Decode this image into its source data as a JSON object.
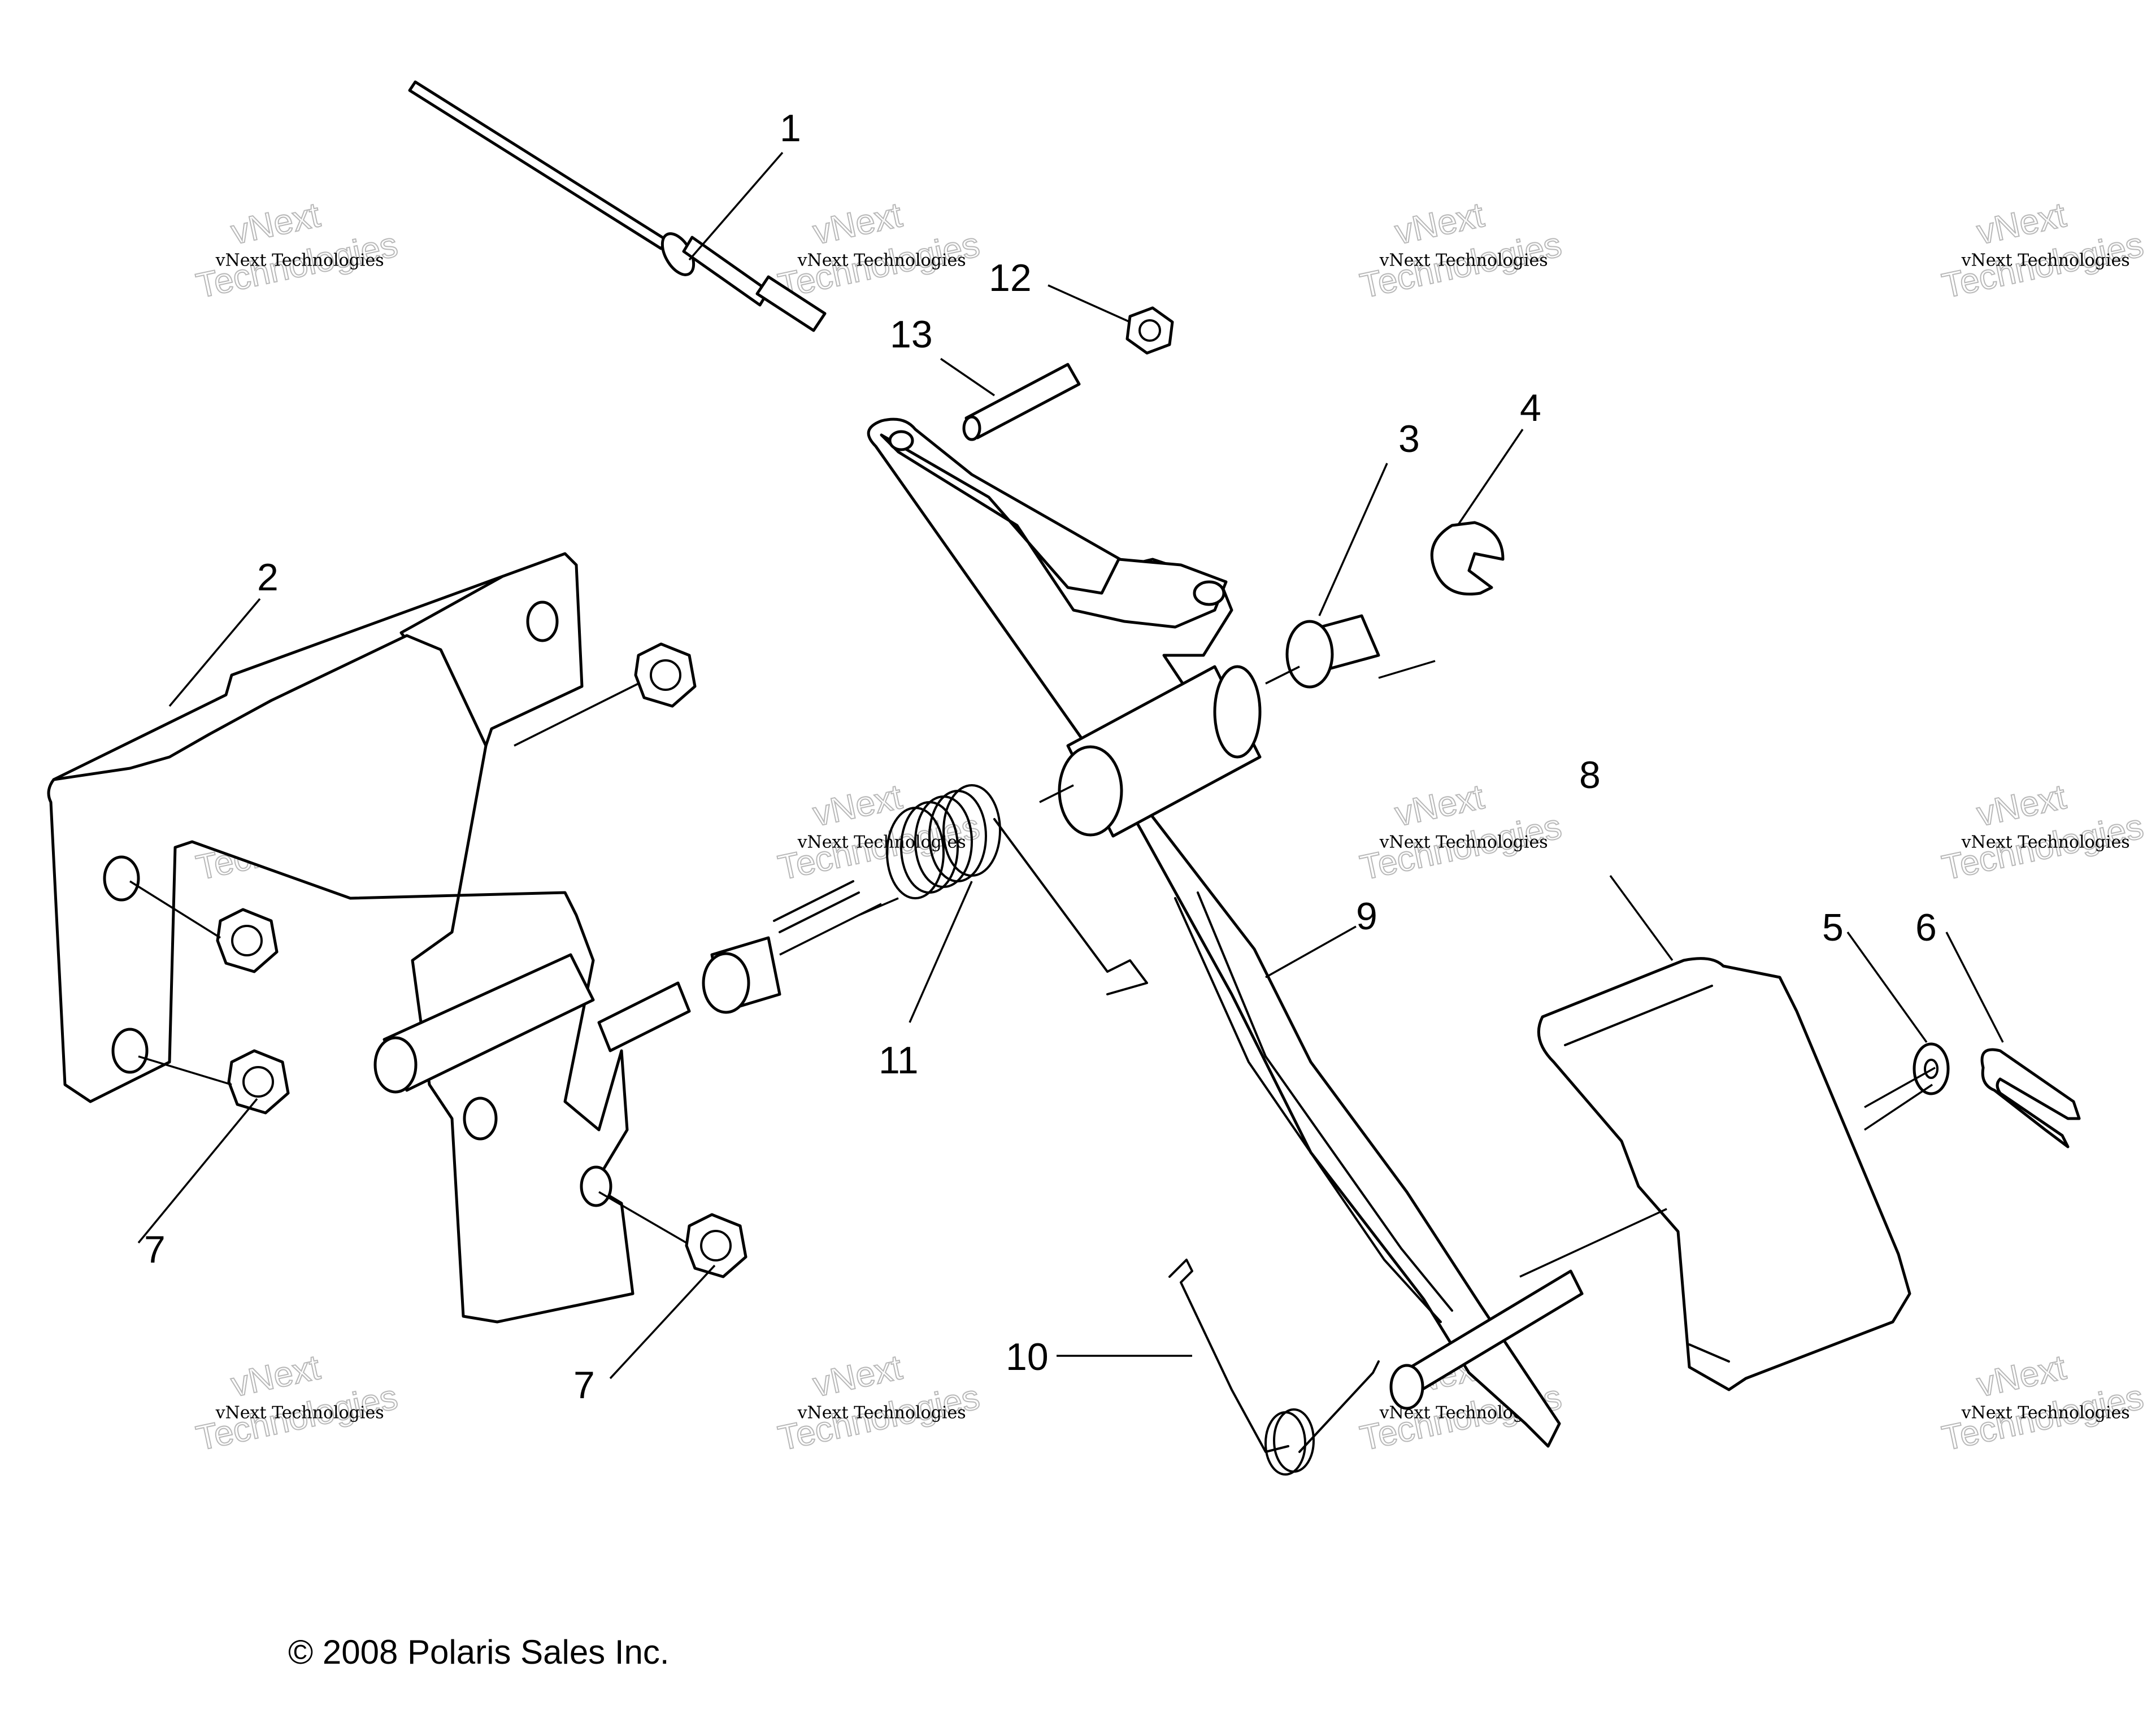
{
  "callouts": [
    {
      "id": "c1",
      "label": "1"
    },
    {
      "id": "c2",
      "label": "2"
    },
    {
      "id": "c3",
      "label": "3"
    },
    {
      "id": "c4",
      "label": "4"
    },
    {
      "id": "c5",
      "label": "5"
    },
    {
      "id": "c6",
      "label": "6"
    },
    {
      "id": "c7a",
      "label": "7"
    },
    {
      "id": "c7b",
      "label": "7"
    },
    {
      "id": "c8",
      "label": "8"
    },
    {
      "id": "c9",
      "label": "9"
    },
    {
      "id": "c10",
      "label": "10"
    },
    {
      "id": "c11",
      "label": "11"
    },
    {
      "id": "c12",
      "label": "12"
    },
    {
      "id": "c13",
      "label": "13"
    }
  ],
  "watermark": {
    "line1": "vNext Technologies",
    "line2": "vNext",
    "line3": "Technologies"
  },
  "copyright": "© 2008 Polaris Sales Inc."
}
